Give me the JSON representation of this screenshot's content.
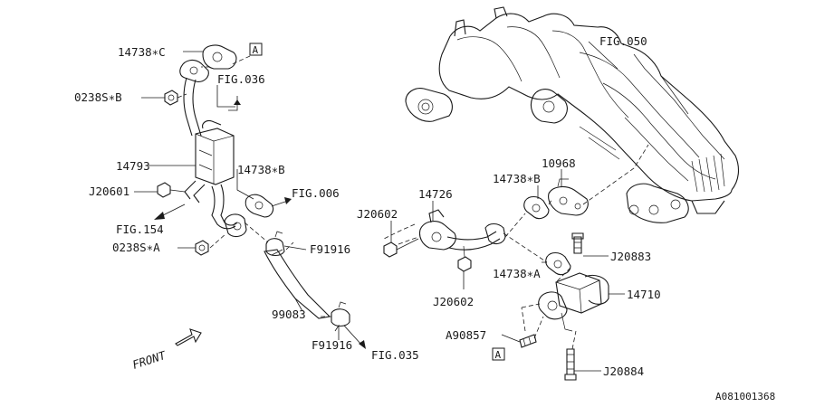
{
  "diagram_id": "A081001368",
  "front_label": "FRONT",
  "ref_marker": "A",
  "labels": {
    "p14738c": "14738∗C",
    "p0238s_b": "0238S∗B",
    "fig036": "FIG.036",
    "p14793": "14793",
    "p14738b_left": "14738∗B",
    "j20601": "J20601",
    "fig006": "FIG.006",
    "fig154": "FIG.154",
    "p0238s_a": "0238S∗A",
    "f91916_top": "F91916",
    "p99083": "99083",
    "f91916_bottom": "F91916",
    "fig035": "FIG.035",
    "fig050": "FIG.050",
    "p10968": "10968",
    "p14738b_right": "14738∗B",
    "p14726": "14726",
    "j20602_left": "J20602",
    "j20602_bottom": "J20602",
    "j20883": "J20883",
    "p14738a": "14738∗A",
    "p14710": "14710",
    "a90857": "A90857",
    "j20884": "J20884"
  }
}
